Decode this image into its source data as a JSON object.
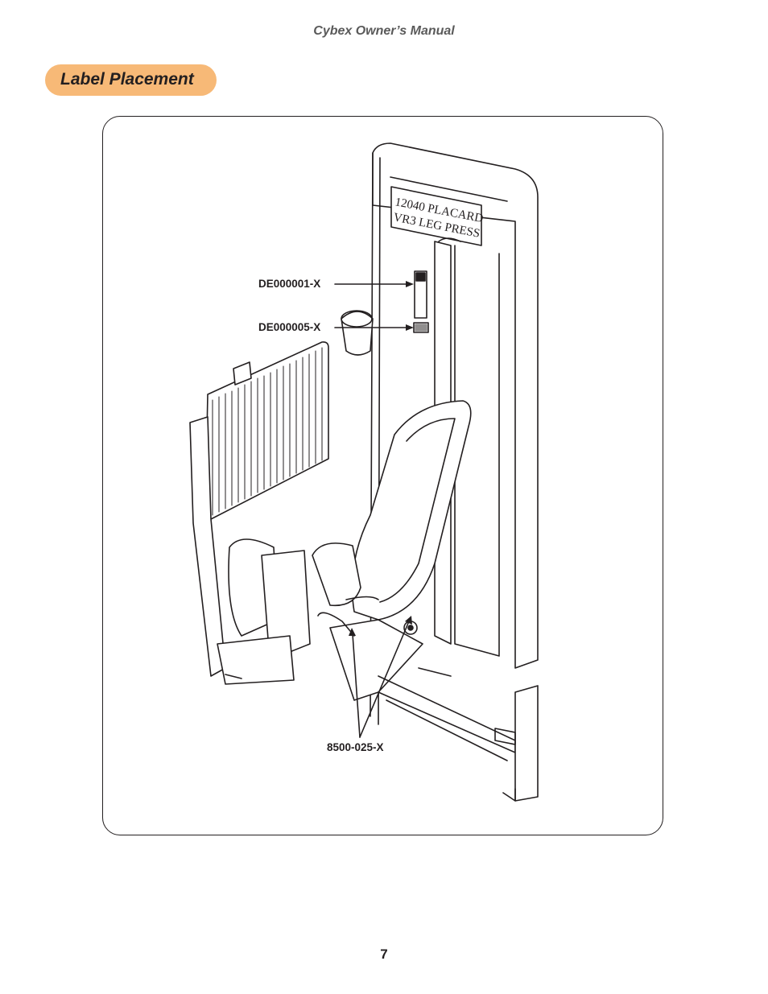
{
  "header": {
    "manual_title": "Cybex Owner’s Manual"
  },
  "section": {
    "title": "Label Placement"
  },
  "figure": {
    "placard_lines": [
      "12040 PLACARD",
      "VR3 LEG PRESS"
    ],
    "callouts": {
      "label_1": "DE000001-X",
      "label_2": "DE000005-X",
      "label_3": "8500-025-X"
    }
  },
  "footer": {
    "page_number": "7"
  },
  "colors": {
    "section_pill": "#f7b977",
    "line": "#231f20"
  }
}
